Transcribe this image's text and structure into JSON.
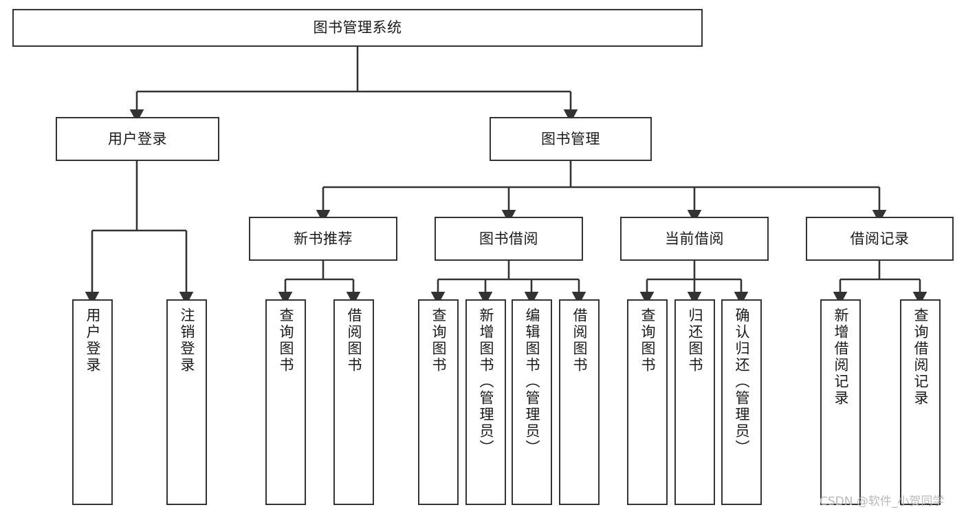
{
  "diagram": {
    "type": "tree",
    "title": "图书管理系统",
    "colors": {
      "box_border": "#333333",
      "box_fill": "#ffffff",
      "connector": "#333333",
      "text": "#1a1a1a",
      "watermark": "#b9b9b9",
      "background": "#ffffff"
    },
    "root": {
      "label": "图书管理系统"
    },
    "level2": [
      {
        "id": "user-login",
        "label": "用户登录"
      },
      {
        "id": "book-manage",
        "label": "图书管理"
      }
    ],
    "level3": [
      {
        "id": "new-book-recommend",
        "label": "新书推荐",
        "parent": "book-manage"
      },
      {
        "id": "book-borrow",
        "label": "图书借阅",
        "parent": "book-manage"
      },
      {
        "id": "current-borrow",
        "label": "当前借阅",
        "parent": "book-manage"
      },
      {
        "id": "borrow-record",
        "label": "借阅记录",
        "parent": "book-manage"
      }
    ],
    "leaves": {
      "user_login": [
        {
          "id": "leaf-user-login",
          "label": "用户登录"
        },
        {
          "id": "leaf-logout",
          "label": "注销登录"
        }
      ],
      "new_book_recommend": [
        {
          "id": "leaf-query-book-1",
          "label": "查询图书"
        },
        {
          "id": "leaf-borrow-book-1",
          "label": "借阅图书"
        }
      ],
      "book_borrow": [
        {
          "id": "leaf-query-book-2",
          "label": "查询图书"
        },
        {
          "id": "leaf-add-book",
          "label": "新增图书（管理员）"
        },
        {
          "id": "leaf-edit-book",
          "label": "编辑图书（管理员）"
        },
        {
          "id": "leaf-borrow-book-2",
          "label": "借阅图书"
        }
      ],
      "current_borrow": [
        {
          "id": "leaf-query-book-3",
          "label": "查询图书"
        },
        {
          "id": "leaf-return-book",
          "label": "归还图书"
        },
        {
          "id": "leaf-confirm-return",
          "label": "确认归还（管理员）"
        }
      ],
      "borrow_record": [
        {
          "id": "leaf-add-record",
          "label": "新增借阅记录"
        },
        {
          "id": "leaf-query-record",
          "label": "查询借阅记录"
        }
      ]
    },
    "watermark": "CSDN @软件_小贺同学"
  }
}
